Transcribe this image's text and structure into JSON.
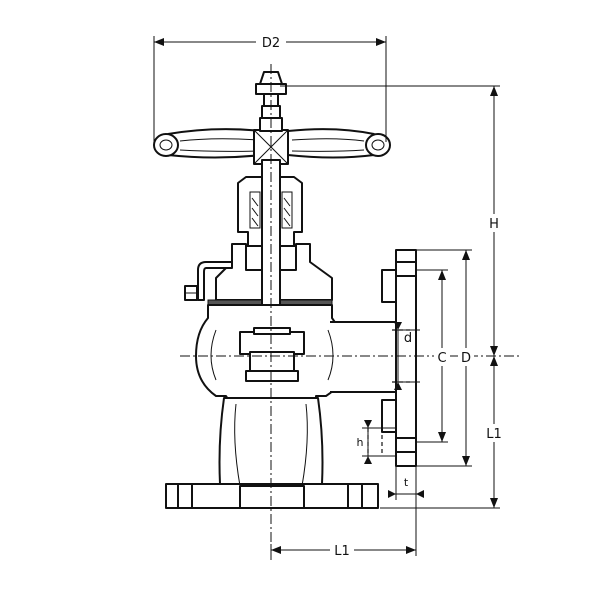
{
  "dimensions": {
    "d2": "D2",
    "h": "H",
    "d_upper": "d",
    "c": "C",
    "d_outer": "D",
    "h_lower": "h",
    "t": "t",
    "l1_right": "L1",
    "l1_bottom": "L1"
  },
  "colors": {
    "line": "#111111",
    "background": "#ffffff"
  }
}
